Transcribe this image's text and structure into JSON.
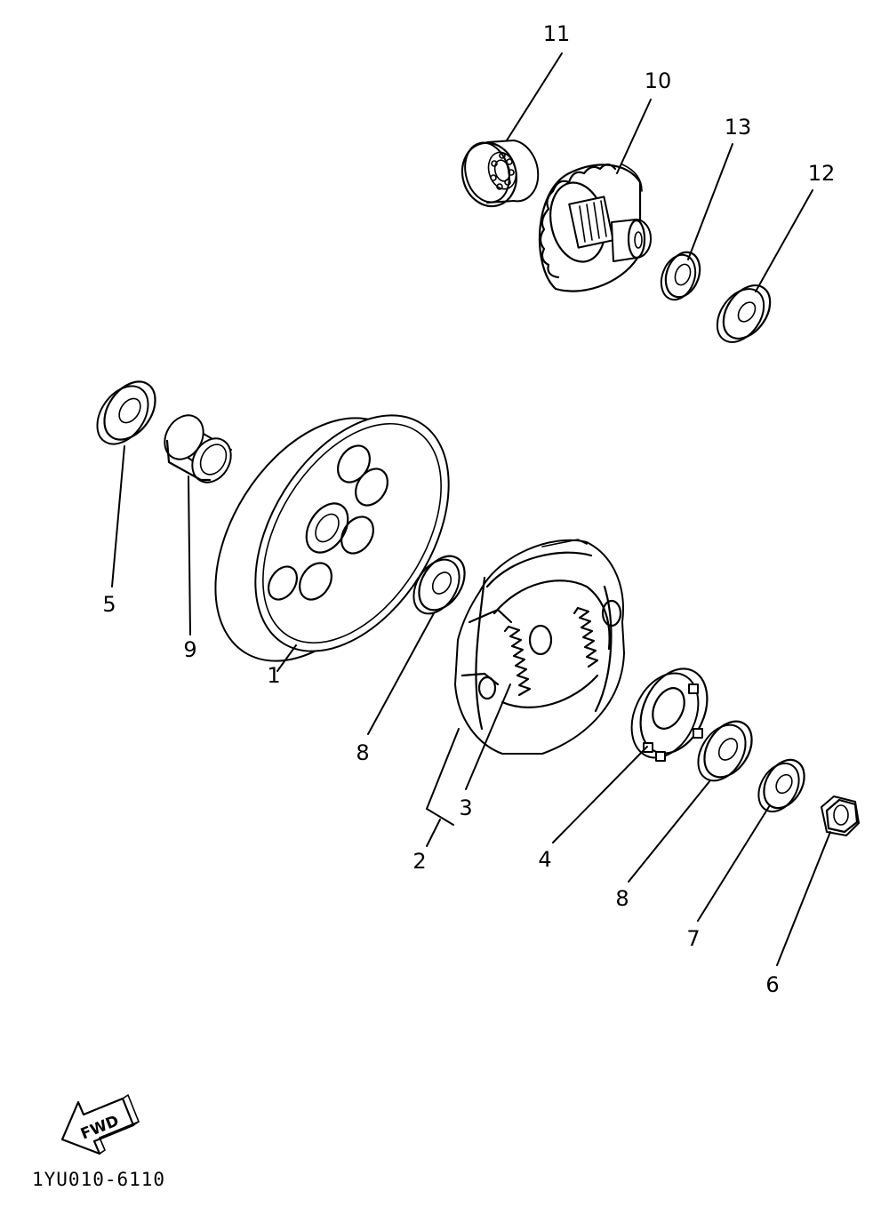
{
  "diagram": {
    "callouts": {
      "c1": "1",
      "c2": "2",
      "c3": "3",
      "c4": "4",
      "c5": "5",
      "c6": "6",
      "c7": "7",
      "c8a": "8",
      "c8b": "8",
      "c9": "9",
      "c10": "10",
      "c11": "11",
      "c12": "12",
      "c13": "13"
    },
    "fwd_label": "FWD",
    "drawing_code": "1YU010-6110"
  }
}
